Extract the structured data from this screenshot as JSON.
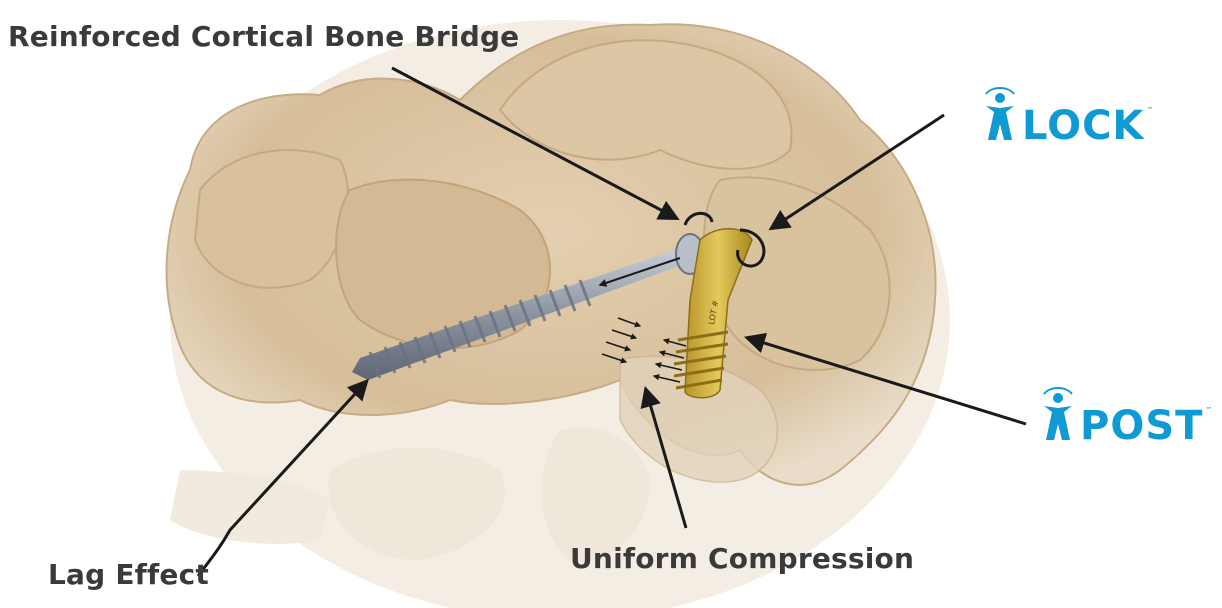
{
  "labels": {
    "bridge": "Reinforced Cortical Bone Bridge",
    "lag": "Lag Effect",
    "compression": "Uniform Compression"
  },
  "brands": {
    "lock": {
      "text": "LOCK",
      "tm": "™"
    },
    "post": {
      "text": "POST",
      "tm": "™"
    }
  },
  "implant": {
    "lot_text": "LOT #"
  },
  "colors": {
    "bone": "#d9c4a3",
    "bone_shadow": "#c2a57f",
    "screw": "#9aa1ad",
    "post": "#d7b93f",
    "brand_blue": "#0f9ad3",
    "label": "#3a3a3a",
    "arrow": "#1a1a1a"
  }
}
